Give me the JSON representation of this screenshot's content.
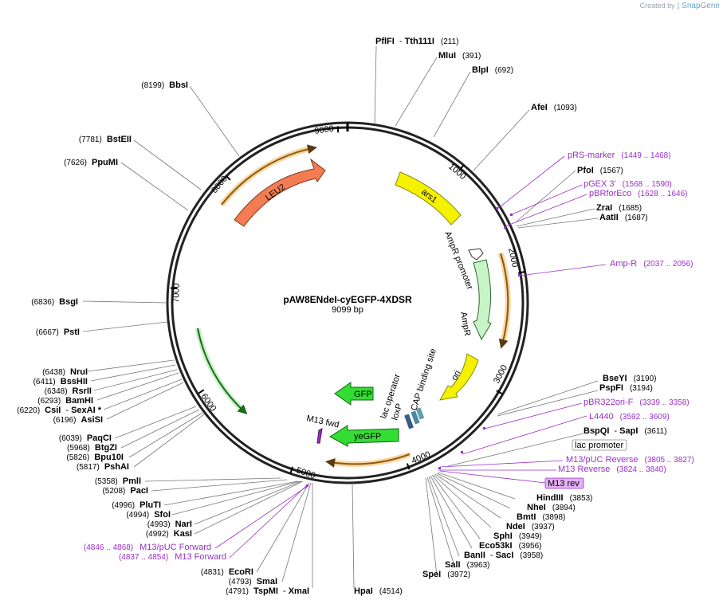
{
  "credit": {
    "prefix": "Created by",
    "brand": "SnapGene"
  },
  "plasmid": {
    "name": "pAW8ENdeI-cyEGFP-4XDSR",
    "length_label": "9099 bp",
    "length": 9099
  },
  "ticks": [
    "1000",
    "2000",
    "3000",
    "4000",
    "5000",
    "6000",
    "7000",
    "8000",
    "9000"
  ],
  "features": [
    {
      "label": "LEU2",
      "color": "#f47c52"
    },
    {
      "label": "ars1",
      "color": "#f5f200"
    },
    {
      "label": "AmpR promoter",
      "color": "#ffffff"
    },
    {
      "label": "AmpR",
      "color": "#c8f5c8"
    },
    {
      "label": "ori",
      "color": "#f5f200"
    },
    {
      "label": "GFP",
      "color": "#33dd33"
    },
    {
      "label": "yeGFP",
      "color": "#33dd33"
    },
    {
      "label": "M13 fwd",
      "color": "#9b30c8"
    },
    {
      "label": "lac operator",
      "color": "#000000"
    },
    {
      "label": "loxP",
      "color": "#000000"
    },
    {
      "label": "CAP binding site",
      "color": "#000000"
    }
  ],
  "enzymes": [
    {
      "name": "PflFI",
      "name2": "Tth111I",
      "pos": "(211)"
    },
    {
      "name": "MluI",
      "pos": "(391)"
    },
    {
      "name": "BlpI",
      "pos": "(692)"
    },
    {
      "name": "AfeI",
      "pos": "(1093)"
    },
    {
      "name": "PfoI",
      "pos": "(1567)"
    },
    {
      "name": "ZraI",
      "pos": "(1685)"
    },
    {
      "name": "AatII",
      "pos": "(1687)"
    },
    {
      "name": "BseYI",
      "pos": "(3190)"
    },
    {
      "name": "PspFI",
      "pos": "(3194)"
    },
    {
      "name": "BspQI",
      "name2": "SapI",
      "pos": "(3611)"
    },
    {
      "name": "HindIII",
      "pos": "(3853)"
    },
    {
      "name": "NheI",
      "pos": "(3894)"
    },
    {
      "name": "BmtI",
      "pos": "(3898)"
    },
    {
      "name": "NdeI",
      "pos": "(3937)"
    },
    {
      "name": "SphI",
      "pos": "(3949)"
    },
    {
      "name": "Eco53kI",
      "pos": "(3956)"
    },
    {
      "name": "BanII",
      "name2": "SacI",
      "pos": "(3958)"
    },
    {
      "name": "SalI",
      "pos": "(3963)"
    },
    {
      "name": "SpeI",
      "pos": "(3972)"
    },
    {
      "name": "HpaI",
      "pos": "(4514)"
    },
    {
      "name": "TspMI",
      "name2": "XmaI",
      "pos": "(4791)"
    },
    {
      "name": "SmaI",
      "pos": "(4793)"
    },
    {
      "name": "EcoRI",
      "pos": "(4831)"
    },
    {
      "name": "KasI",
      "pos": "(4992)"
    },
    {
      "name": "NarI",
      "pos": "(4993)"
    },
    {
      "name": "SfoI",
      "pos": "(4994)"
    },
    {
      "name": "PluTI",
      "pos": "(4996)"
    },
    {
      "name": "PacI",
      "pos": "(5208)"
    },
    {
      "name": "PmlI",
      "pos": "(5358)"
    },
    {
      "name": "PshAI",
      "pos": "(5817)"
    },
    {
      "name": "Bpu10I",
      "pos": "(5826)"
    },
    {
      "name": "BtgZI",
      "pos": "(5968)"
    },
    {
      "name": "PaqCI",
      "pos": "(6039)"
    },
    {
      "name": "AsiSI",
      "pos": "(6196)"
    },
    {
      "name": "CsiI",
      "name2": "SexAI *",
      "pos": "(6220)"
    },
    {
      "name": "BamHI",
      "pos": "(6293)"
    },
    {
      "name": "RsrII",
      "pos": "(6348)"
    },
    {
      "name": "BssHII",
      "pos": "(6411)"
    },
    {
      "name": "NruI",
      "pos": "(6438)"
    },
    {
      "name": "PstI",
      "pos": "(6667)"
    },
    {
      "name": "BsgI",
      "pos": "(6836)"
    },
    {
      "name": "PpuMI",
      "pos": "(7626)"
    },
    {
      "name": "BstEII",
      "pos": "(7781)"
    },
    {
      "name": "BbsI",
      "pos": "(8199)"
    }
  ],
  "primers": [
    {
      "name": "pRS-marker",
      "pos": "(1449 .. 1468)"
    },
    {
      "name": "pGEX 3'",
      "pos": "(1568 .. 1590)"
    },
    {
      "name": "pBRforEco",
      "pos": "(1628 .. 1646)"
    },
    {
      "name": "Amp-R",
      "pos": "(2037 .. 2056)"
    },
    {
      "name": "pBR322ori-F",
      "pos": "(3339 .. 3358)"
    },
    {
      "name": "L4440",
      "pos": "(3592 .. 3609)"
    },
    {
      "name": "lac promoter",
      "pos": ""
    },
    {
      "name": "M13/pUC Reverse",
      "pos": "(3805 .. 3827)"
    },
    {
      "name": "M13 Reverse",
      "pos": "(3824 .. 3840)"
    },
    {
      "name": "M13 rev",
      "pos": ""
    },
    {
      "name": "M13/pUC Forward",
      "pos": "(4846 .. 4868)"
    },
    {
      "name": "M13 Forward",
      "pos": "(4837 .. 4854)"
    }
  ]
}
